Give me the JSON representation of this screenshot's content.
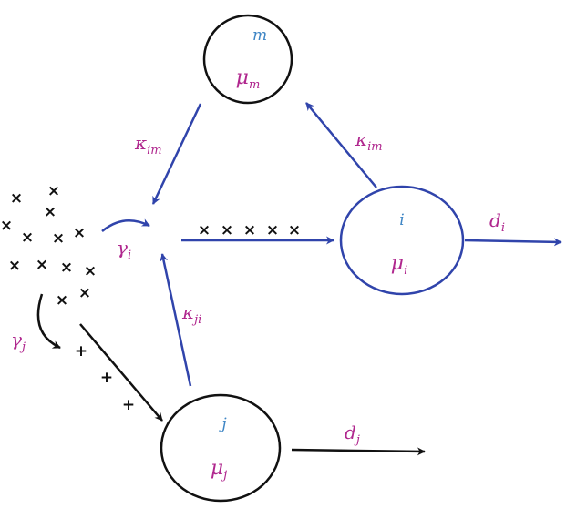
{
  "colors": {
    "node_text": "#3f86c5",
    "param_text": "#b0278e",
    "blue_edge": "#3044ab",
    "black_edge": "#111111"
  },
  "nodes": {
    "m": {
      "index": "m",
      "mu": "μ",
      "mu_sub": "m"
    },
    "i": {
      "index": "i",
      "mu": "μ",
      "mu_sub": "i"
    },
    "j": {
      "index": "j",
      "mu": "μ",
      "mu_sub": "j"
    }
  },
  "edges": {
    "kappa_m_to_gamma": {
      "symbol": "κ",
      "sub": "im"
    },
    "kappa_i_to_m": {
      "symbol": "κ",
      "sub": "im"
    },
    "kappa_j_to_gamma": {
      "symbol": "κ",
      "sub": "ji"
    },
    "d_i": {
      "symbol": "d",
      "sub": "i"
    },
    "d_j": {
      "symbol": "d",
      "sub": "j"
    }
  },
  "gamma": {
    "i": {
      "symbol": "γ",
      "sub": "i"
    },
    "j": {
      "symbol": "γ",
      "sub": "j"
    }
  },
  "markers": {
    "cross": "×",
    "plus": "+"
  }
}
